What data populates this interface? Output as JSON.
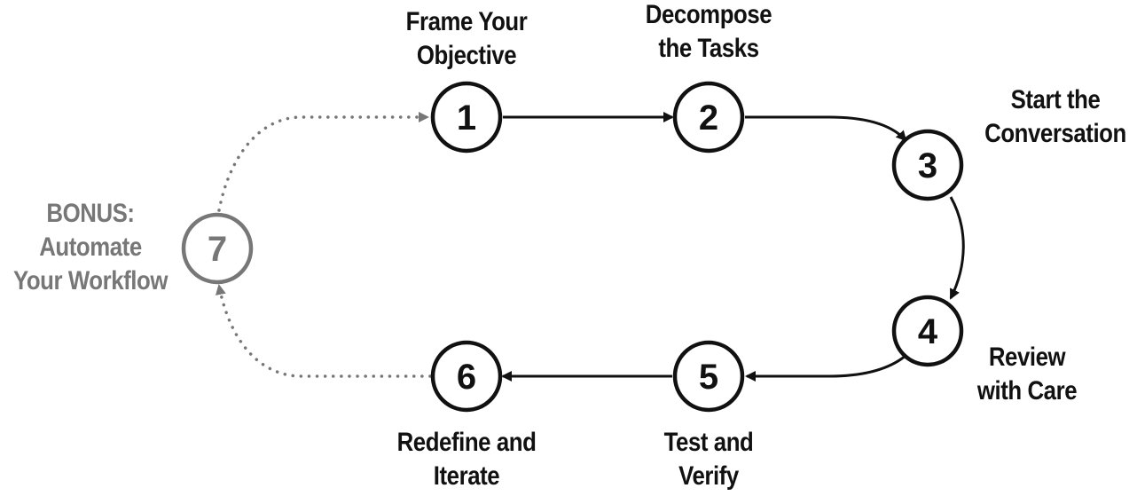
{
  "diagram": {
    "steps": [
      {
        "number": "1",
        "lines": [
          "Frame Your",
          "Objective"
        ]
      },
      {
        "number": "2",
        "lines": [
          "Decompose",
          "the Tasks"
        ]
      },
      {
        "number": "3",
        "lines": [
          "Start the",
          "Conversation"
        ]
      },
      {
        "number": "4",
        "lines": [
          "Review",
          "with Care"
        ]
      },
      {
        "number": "5",
        "lines": [
          "Test and",
          "Verify"
        ]
      },
      {
        "number": "6",
        "lines": [
          "Redefine and",
          "Iterate"
        ]
      },
      {
        "number": "7",
        "lines": [
          "BONUS:",
          "Automate",
          "Your Workflow"
        ]
      }
    ],
    "colors": {
      "main": "#111111",
      "bonus": "#777777"
    }
  }
}
